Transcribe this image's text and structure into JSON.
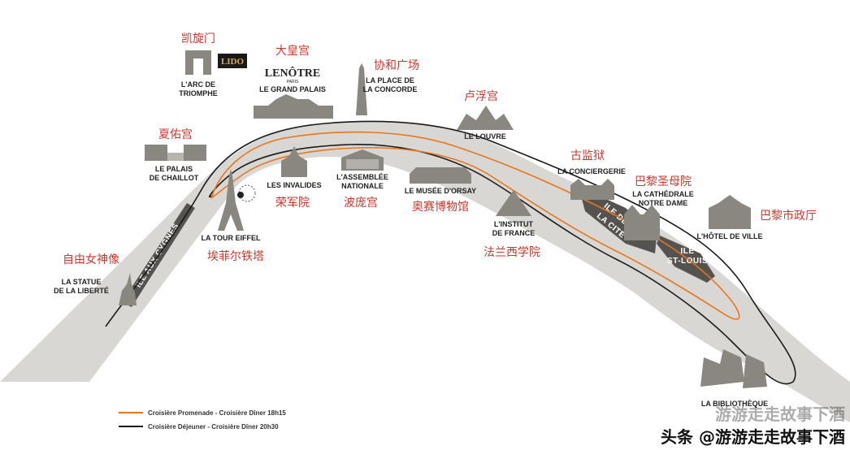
{
  "colors": {
    "river": "#d9d7d3",
    "island": "#555350",
    "route_promenade": "#e8761c",
    "route_dejeuner": "#1a1a1a",
    "chinese_label": "#d2352c"
  },
  "landmarks": {
    "arc": {
      "label": "L'ARC DE TRIOMPHE",
      "label_l1": "L'ARC DE",
      "label_l2": "TRIOMPHE",
      "cn": "凯旋门"
    },
    "lido": {
      "label": "LIDO"
    },
    "grand_palais": {
      "logo_l1": "LENÔTRE",
      "logo_l2": "PARIS",
      "label": "LE GRAND PALAIS",
      "cn": "大皇宫"
    },
    "concorde": {
      "label_l1": "LA PLACE DE",
      "label_l2": "LA CONCORDE",
      "cn": "协和广场"
    },
    "louvre": {
      "label": "LE LOUVRE",
      "cn": "卢浮宫"
    },
    "chaillot": {
      "label_l1": "LE PALAIS",
      "label_l2": "DE CHAILLOT",
      "cn": "夏佑宫"
    },
    "invalides": {
      "label": "LES INVALIDES",
      "cn": "荣军院"
    },
    "assemblee": {
      "label_l1": "L'ASSEMBLÉE",
      "label_l2": "NATIONALE",
      "cn": "波庞宫"
    },
    "orsay": {
      "label": "LE MUSÉE D'ORSAY",
      "cn": "奥赛博物馆"
    },
    "institut": {
      "label_l1": "L'INSTITUT",
      "label_l2": "DE FRANCE",
      "cn": "法兰西学院"
    },
    "conciergerie": {
      "label": "LA CONCIERGERIE",
      "cn": "古监狱"
    },
    "notre_dame": {
      "label_l1": "LA CATHÉDRALE",
      "label_l2": "NOTRE DAME",
      "cn": "巴黎圣母院"
    },
    "hotel_de_ville": {
      "label": "L'HÔTEL DE VILLE",
      "cn": "巴黎市政厅"
    },
    "eiffel": {
      "label": "LA TOUR EIFFEL",
      "cn": "埃菲尔铁塔"
    },
    "liberte": {
      "label_l1": "LA STATUE",
      "label_l2": "DE LA LIBERTÉ",
      "cn": "自由女神像"
    },
    "bibliotheque": {
      "label": "LA BIBLIOTHÈQUE"
    }
  },
  "islands": {
    "cygnes": "ILE AUX CYGNES",
    "cite_l1": "ILE DE",
    "cite_l2": "LA CITÉ",
    "stlouis_l1": "ILE",
    "stlouis_l2": "ST-LOUIS"
  },
  "legend": [
    {
      "text": "Croisière Promenade - Croisière Dîner 18h15",
      "color": "#e8761c"
    },
    {
      "text": "Croisière Déjeuner - Croisière Dîner 20h30",
      "color": "#1a1a1a"
    }
  ],
  "watermark": {
    "top": "游游走走故事下酒",
    "bottom": "头条 @游游走走故事下酒"
  }
}
